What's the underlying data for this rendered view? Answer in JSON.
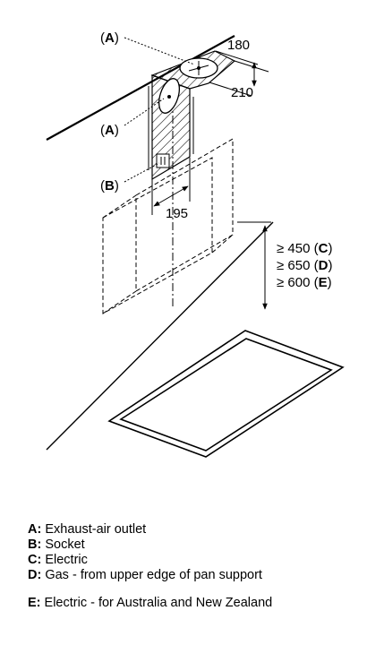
{
  "labels": {
    "a_top": "A",
    "a_mid": "A",
    "b": "B"
  },
  "dimensions": {
    "d180": "180",
    "d210": "210",
    "d195": "195",
    "h_c_value": "≥ 450",
    "h_c_key": "C",
    "h_d_value": "≥ 650",
    "h_d_key": "D",
    "h_e_value": "≥ 600",
    "h_e_key": "E"
  },
  "legend": [
    {
      "key": "A:",
      "text": "Exhaust-air outlet"
    },
    {
      "key": "B:",
      "text": "Socket"
    },
    {
      "key": "C:",
      "text": "Electric"
    },
    {
      "key": "D:",
      "text": "Gas - from upper edge of pan support"
    },
    {
      "key": "E:",
      "text": "Electric - for Australia and New Zealand"
    }
  ]
}
